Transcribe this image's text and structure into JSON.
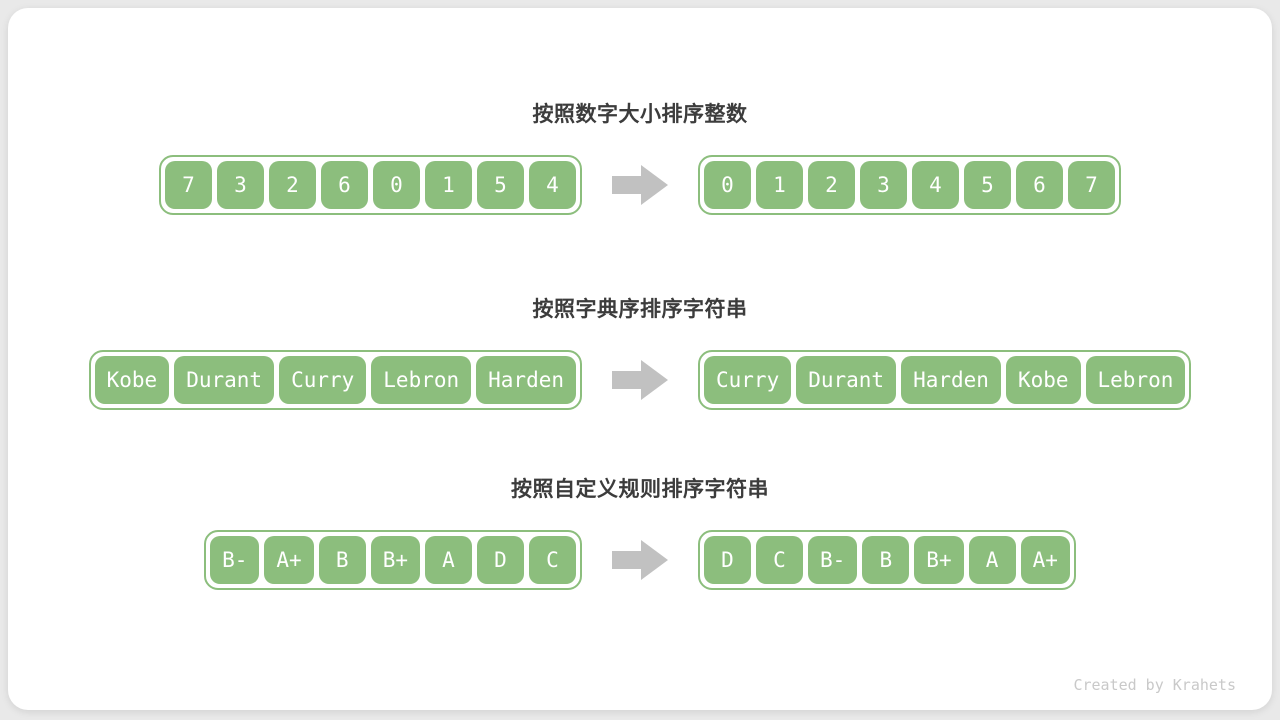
{
  "credit": "Created by Krahets",
  "colors": {
    "cell_green": "#8cbe7d",
    "arrow_gray": "#c1c1c1",
    "title_dark": "#3c3c3c",
    "credit_gray": "#c9c9c9"
  },
  "sections": [
    {
      "title": "按照数字大小排序整数",
      "before": [
        "7",
        "3",
        "2",
        "6",
        "0",
        "1",
        "5",
        "4"
      ],
      "after": [
        "0",
        "1",
        "2",
        "3",
        "4",
        "5",
        "6",
        "7"
      ]
    },
    {
      "title": "按照字典序排序字符串",
      "before": [
        "Kobe",
        "Durant",
        "Curry",
        "Lebron",
        "Harden"
      ],
      "after": [
        "Curry",
        "Durant",
        "Harden",
        "Kobe",
        "Lebron"
      ]
    },
    {
      "title": "按照自定义规则排序字符串",
      "before": [
        "B-",
        "A+",
        "B",
        "B+",
        "A",
        "D",
        "C"
      ],
      "after": [
        "D",
        "C",
        "B-",
        "B",
        "B+",
        "A",
        "A+"
      ]
    }
  ]
}
